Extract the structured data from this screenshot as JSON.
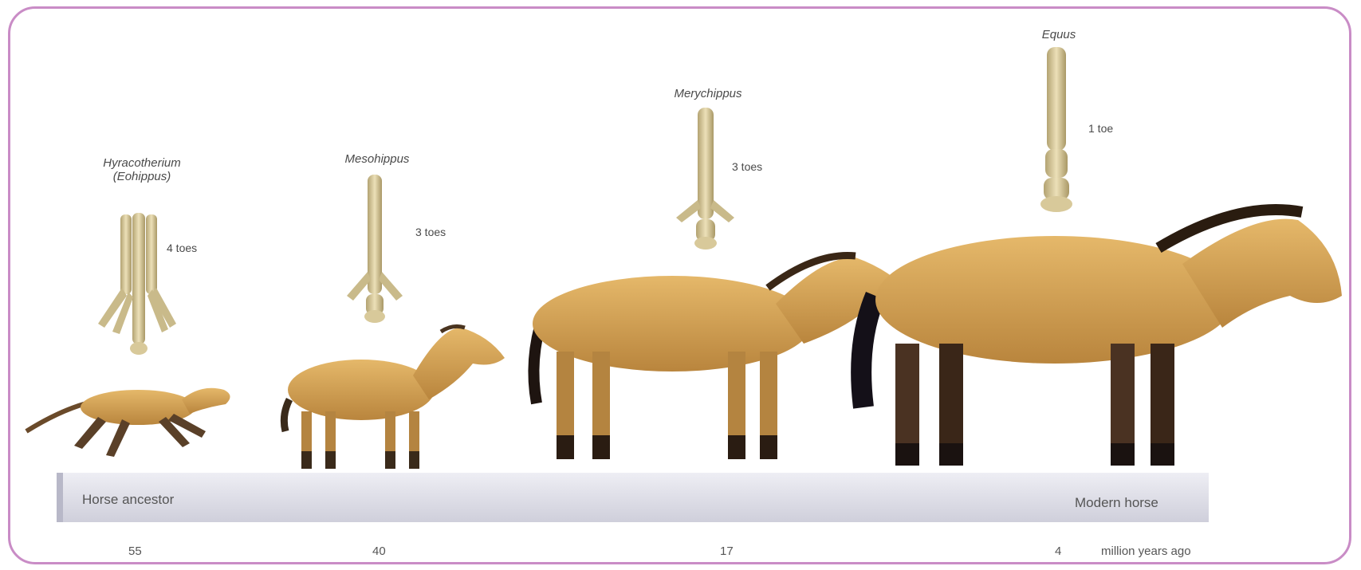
{
  "species": [
    {
      "name": "Hyracotherium",
      "alt_name": "(Eohippus)",
      "toes": "4 toes"
    },
    {
      "name": "Mesohippus",
      "toes": "3 toes"
    },
    {
      "name": "Merychippus",
      "toes": "3 toes"
    },
    {
      "name": "Equus",
      "toes": "1 toe"
    }
  ],
  "timeline": {
    "start_label": "Horse ancestor",
    "end_label": "Modern horse",
    "ticks": [
      "55",
      "40",
      "17",
      "4"
    ],
    "unit": "million years ago"
  },
  "colors": {
    "frame": "#c98cc6",
    "coat": "#d9a85a",
    "bone": "#d8c99a",
    "ground": "#dcdbe6"
  }
}
